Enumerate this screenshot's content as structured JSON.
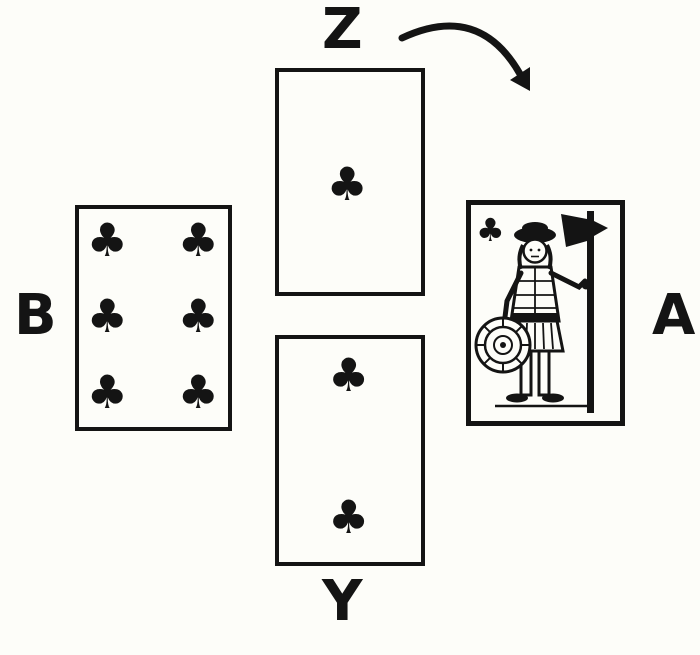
{
  "diagram": {
    "background": "#fdfdf9",
    "ink": "#141414"
  },
  "labels": {
    "top": "Z",
    "bottom": "Y",
    "left": "B",
    "right": "A"
  },
  "suit": {
    "name": "clubs",
    "symbol": "♣"
  },
  "cards": {
    "top": {
      "position": "top",
      "rank": "ace",
      "pip_count": 1
    },
    "left": {
      "position": "left",
      "rank": "six",
      "pip_count": 6
    },
    "bottom": {
      "position": "bottom",
      "rank": "two",
      "pip_count": 2
    },
    "right": {
      "position": "right",
      "rank": "jack",
      "corner_symbol": "♣"
    }
  },
  "arrow": {
    "shape": "curved",
    "from": "Z",
    "to": "A"
  }
}
